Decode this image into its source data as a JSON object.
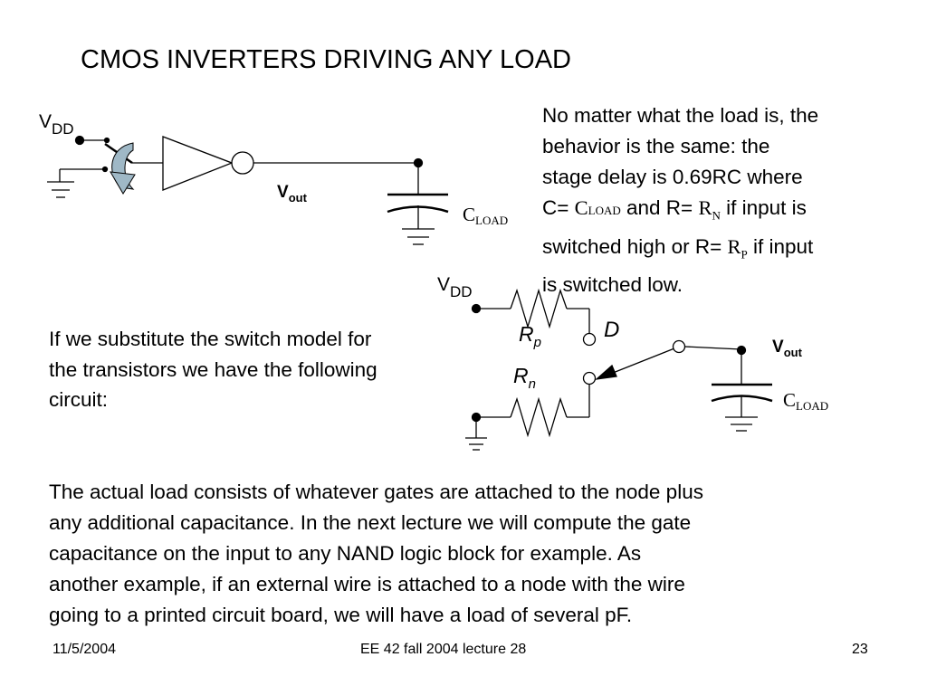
{
  "slide": {
    "title": "CMOS INVERTERS DRIVING ANY LOAD",
    "right_text": {
      "l1": "No matter what the load is, the",
      "l2": "behavior is the same: the",
      "l3": "stage delay is 0.69RC where",
      "l4_a": "C= ",
      "l4_c": "C",
      "l4_c_sub": "LOAD",
      "l4_b": " and R= ",
      "l4_r": "R",
      "l4_r_sub": "N",
      "l4_d": " if input is",
      "l5_a": "switched high or R= ",
      "l5_r": "R",
      "l5_r_sub": "P",
      "l5_b": " if input",
      "l6": "is switched low."
    },
    "left_text": "If we substitute the switch model for the transistors we have the following circuit:",
    "bottom_text": [
      "The actual load consists of whatever gates are attached to the node plus",
      "any additional capacitance.  In the next lecture we will compute the gate",
      "capacitance on the input to any NAND logic block for example.  As",
      "another example, if an external wire is attached to a node with the wire",
      "going to a printed circuit board, we will have a load of several pF."
    ],
    "footer": {
      "date": "11/5/2004",
      "course": "EE 42 fall 2004 lecture 28",
      "page": "23"
    }
  },
  "circuit1": {
    "vdd": "V",
    "vdd_sub": "DD",
    "vout": "V",
    "vout_sub": "out",
    "cload": "C",
    "cload_sub": "LOAD"
  },
  "circuit2": {
    "vdd": "V",
    "vdd_sub": "DD",
    "rp": "R",
    "rp_sub": "p",
    "rn": "R",
    "rn_sub": "n",
    "d": "D",
    "vout": "V",
    "vout_sub": "out",
    "cload": "C",
    "cload_sub": "LOAD"
  }
}
